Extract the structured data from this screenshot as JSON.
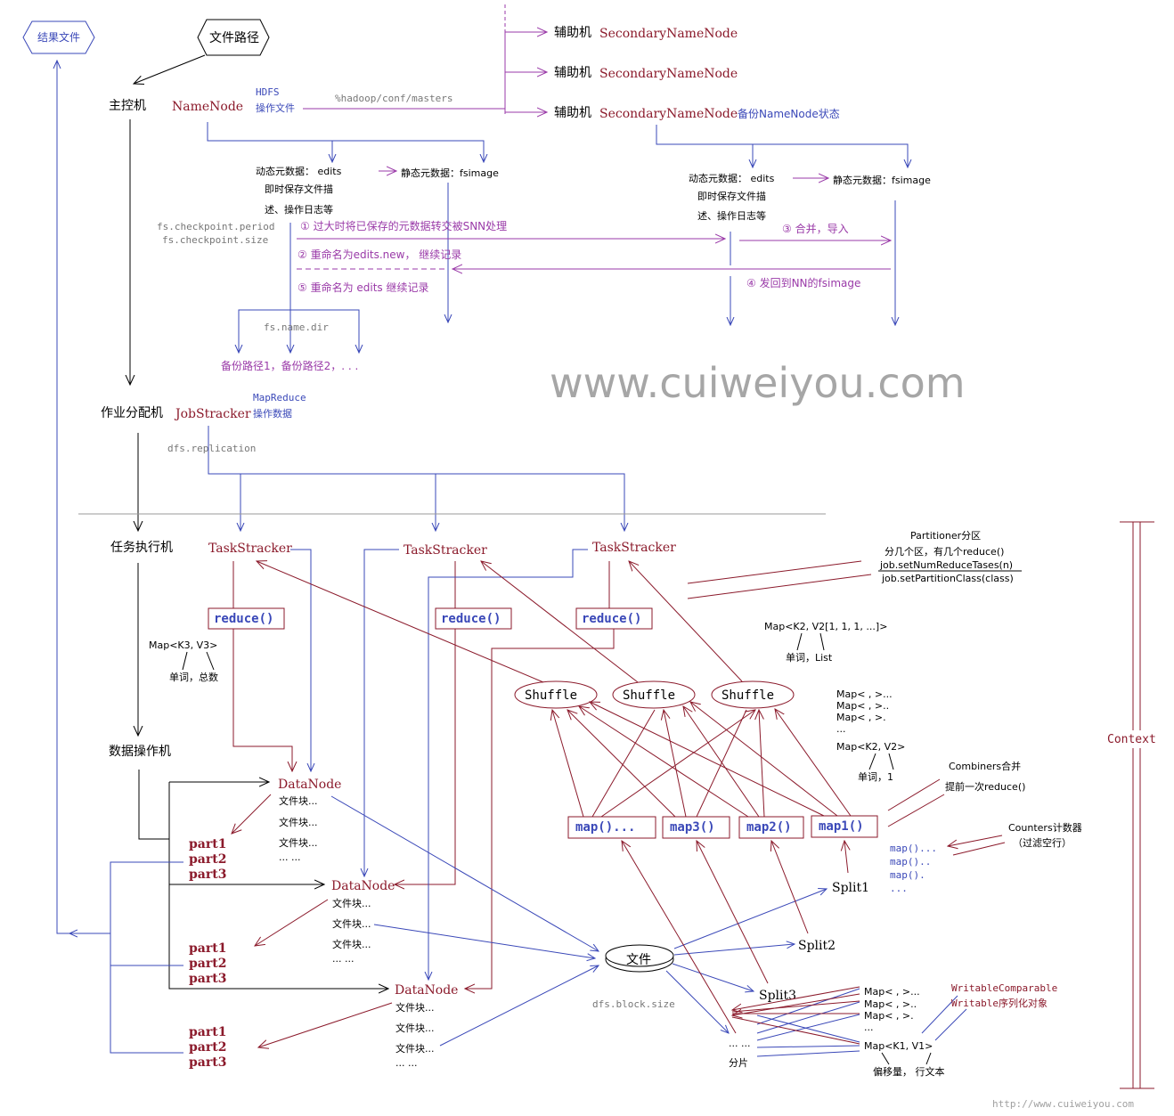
{
  "nodes": {
    "result_file": "结果文件",
    "file_path": "文件路径",
    "master_machine": "主控机",
    "namenode": "NameNode",
    "hdfs_op": "HDFS",
    "hdfs_op2": "操作文件",
    "masters_conf": "%hadoop/conf/masters",
    "aux_machine": "辅助机",
    "snn": "SecondaryNameNode",
    "backup_state": "备份NameNode状态",
    "job_machine": "作业分配机",
    "jobtracker": "JobStracker",
    "mr_op": "MapReduce",
    "mr_op2": "操作数据",
    "dfs_replication": "dfs.replication",
    "task_machine": "任务执行机",
    "tasktracker": "TaskStracker",
    "data_machine": "数据操作机",
    "datanode": "DataNode",
    "file_block": "文件块...",
    "ellipsis_dots": "... ...",
    "part1": "part1",
    "part2": "part2",
    "part3": "part3",
    "reduce": "reduce()",
    "shuffle": "Shuffle",
    "map_dots": "map()...",
    "map3": "map3()",
    "map2": "map2()",
    "map1": "map1()",
    "split1": "Split1",
    "split2": "Split2",
    "split3": "Split3",
    "file": "文件",
    "dfs_block_size": "dfs.block.size",
    "shard_dots": "... ...",
    "shard": "分片"
  },
  "metadata": {
    "edits": "动态元数据： edits",
    "edits_desc1": "即时保存文件描",
    "edits_desc2": "述、操作日志等",
    "fsimage": "静态元数据：fsimage",
    "checkpoint_period": "fs.checkpoint.period",
    "checkpoint_size": "fs.checkpoint.size",
    "step1": "① 过大时将已保存的元数据转交被SNN处理",
    "step2": "② 重命名为edits.new， 继续记录",
    "step3": "③ 合并，导入",
    "step4": "④ 发回到NN的fsimage",
    "step5": "⑤ 重命名为 edits 继续记录",
    "name_dir": "fs.name.dir",
    "backup_paths": "备份路径1，备份路径2，. . ."
  },
  "annotations": {
    "map_k3v3": "Map<K3, V3>",
    "word_total": "单词，总数",
    "partitioner": "Partitioner分区",
    "partitioner2": "分几个区，有几个reduce()",
    "partitioner3": "job.setNumReduceTases(n)",
    "partitioner4": "job.setPartitionClass(class)",
    "map_k2_list": "Map<K2, V2[1, 1, 1, ...]>",
    "word_list": "单词，List",
    "map_a": "Map< , >...",
    "map_b": "Map< , >..",
    "map_c": "Map< , >.",
    "map_dots": "...",
    "map_k2v2": "Map<K2, V2>",
    "word_one": "单词，1",
    "combiners": "Combiners合并",
    "combiners2": "提前一次reduce()",
    "counters": "Counters计数器",
    "counters2": "（过滤空行）",
    "map_call1": "map()...",
    "map_call2": "map()..",
    "map_call3": "map().",
    "map_call4": "...",
    "writable1": "WritableComparable",
    "writable2": "Writable序列化对象",
    "map_k1v1": "Map<K1, V1>",
    "offset_text": "偏移量， 行文本",
    "context": "Context"
  },
  "watermark": "www.cuiweiyou.com",
  "footer_url": "http://www.cuiweiyou.com",
  "colors": {
    "blue_line": "#3a48b8",
    "red_line": "#8b1a2b",
    "purple_line": "#9a3aa8",
    "black_line": "#000000"
  }
}
